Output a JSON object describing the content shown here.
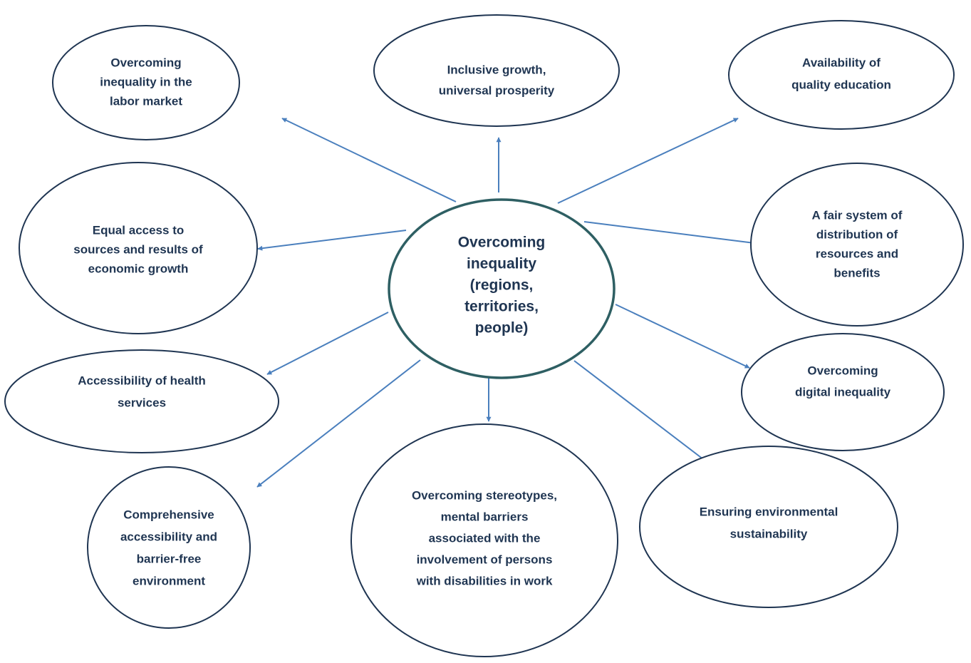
{
  "colors": {
    "ellipse_stroke": "#1f3552",
    "center_stroke": "#2e5f63",
    "arrow": "#4a7fbd",
    "text": "#1f3552"
  },
  "center": {
    "lines": [
      "Overcoming",
      "inequality",
      "(regions,",
      "territories,",
      "people)"
    ]
  },
  "nodes": [
    {
      "id": "labor-market",
      "lines": [
        "Overcoming",
        "inequality in the",
        "labor market"
      ]
    },
    {
      "id": "inclusive-growth",
      "lines": [
        "Inclusive growth,",
        "universal prosperity"
      ]
    },
    {
      "id": "quality-education",
      "lines": [
        "Availability of",
        "quality education"
      ]
    },
    {
      "id": "equal-access",
      "lines": [
        "Equal access to",
        "sources and results of",
        "economic growth"
      ]
    },
    {
      "id": "fair-distribution",
      "lines": [
        "A fair system of",
        "distribution of",
        "resources and",
        "benefits"
      ]
    },
    {
      "id": "health-services",
      "lines": [
        "Accessibility of health",
        "services"
      ]
    },
    {
      "id": "digital-inequality",
      "lines": [
        "Overcoming",
        "digital inequality"
      ]
    },
    {
      "id": "barrier-free",
      "lines": [
        "Comprehensive",
        "accessibility and",
        "barrier-free",
        "environment"
      ]
    },
    {
      "id": "stereotypes",
      "lines": [
        "Overcoming stereotypes,",
        "mental barriers",
        "associated with the",
        "involvement of persons",
        "with disabilities in work"
      ]
    },
    {
      "id": "environmental",
      "lines": [
        "Ensuring environmental",
        "sustainability"
      ]
    }
  ]
}
